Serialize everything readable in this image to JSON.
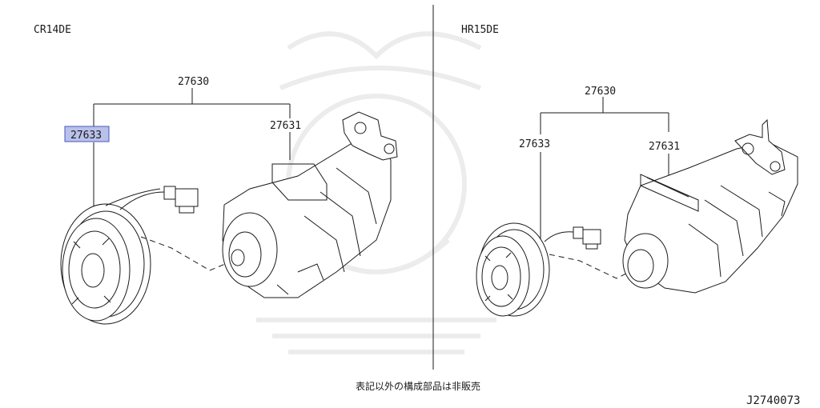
{
  "panels": {
    "left": {
      "engine": "CR14DE",
      "assembly": "27630",
      "clutch": "27633",
      "compressor": "27631",
      "clutch_highlighted": true
    },
    "right": {
      "engine": "HR15DE",
      "assembly": "27630",
      "clutch": "27633",
      "compressor": "27631",
      "clutch_highlighted": false
    }
  },
  "footer": {
    "note": "表記以外の構成部品は非販売",
    "diagram_code": "J2740073"
  },
  "colors": {
    "highlight_fill": "#b9c1ea",
    "highlight_stroke": "#4a58b8",
    "line": "#1a1a1a",
    "watermark": "#ececec"
  }
}
